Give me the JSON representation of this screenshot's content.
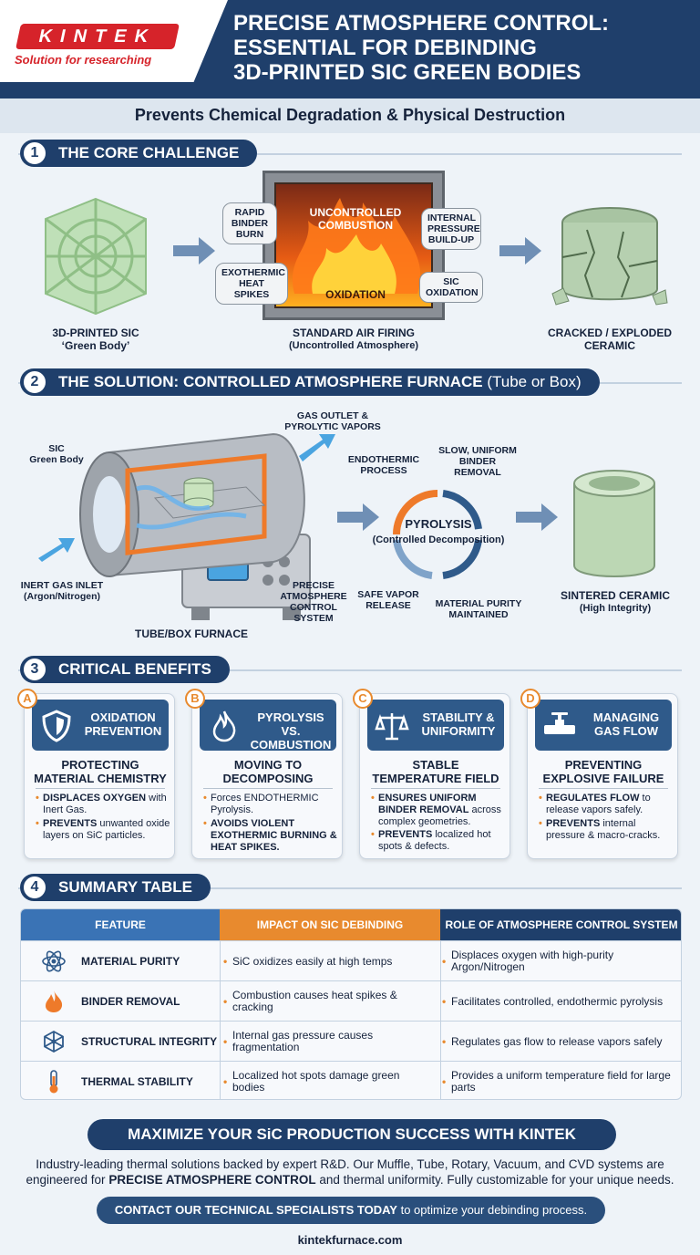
{
  "brand": {
    "logo_text": "KINTEK",
    "tagline": "Solution for researching",
    "accent_red": "#d6232a",
    "navy": "#1f3f6b",
    "orange": "#e88a2e"
  },
  "header": {
    "title_line1": "PRECISE ATMOSPHERE CONTROL:",
    "title_line2": "ESSENTIAL FOR DEBINDING",
    "title_line3": "3D-PRINTED SiC GREEN BODIES"
  },
  "subtitle": "Prevents Chemical Degradation & Physical Destruction",
  "section1": {
    "num": "1",
    "title": "THE CORE CHALLENGE",
    "green_body_l1": "3D-PRINTED SIC",
    "green_body_l2": "‘Green Body’",
    "furnace_l1": "STANDARD AIR FIRING",
    "furnace_l2": "(Uncontrolled Atmosphere)",
    "result_l1": "CRACKED / EXPLODED",
    "result_l2": "CERAMIC",
    "combustion_l1": "UNCONTROLLED",
    "combustion_l2": "COMBUSTION",
    "oxidation": "OXIDATION",
    "bubbles": {
      "rapid_l1": "RAPID",
      "rapid_l2": "BINDER",
      "rapid_l3": "BURN",
      "exo_l1": "EXOTHERMIC",
      "exo_l2": "HEAT SPIKES",
      "press_l1": "INTERNAL",
      "press_l2": "PRESSURE",
      "press_l3": "BUILD-UP",
      "sic_l1": "SIC",
      "sic_l2": "OXIDATION"
    }
  },
  "section2": {
    "num": "2",
    "title": "THE SOLUTION: CONTROLLED ATMOSPHERE FURNACE",
    "title_light": "(Tube or Box)",
    "gas_outlet_l1": "GAS OUTLET &",
    "gas_outlet_l2": "PYROLYTIC VAPORS",
    "sic_green_l1": "SIC",
    "sic_green_l2": "Green Body",
    "inert_l1": "INERT GAS INLET",
    "inert_l2": "(Argon/Nitrogen)",
    "furnace_label": "TUBE/BOX FURNACE",
    "control_l1": "PRECISE",
    "control_l2": "ATMOSPHERE",
    "control_l3": "CONTROL",
    "control_l4": "SYSTEM",
    "pyro_title": "PYROLYSIS",
    "pyro_sub": "(Controlled Decomposition)",
    "endo_l1": "ENDOTHERMIC",
    "endo_l2": "PROCESS",
    "slow_l1": "SLOW, UNIFORM",
    "slow_l2": "BINDER",
    "slow_l3": "REMOVAL",
    "safe_l1": "SAFE VAPOR",
    "safe_l2": "RELEASE",
    "purity_l1": "MATERIAL PURITY",
    "purity_l2": "MAINTAINED",
    "sintered_l1": "SINTERED CERAMIC",
    "sintered_l2": "(High Integrity)"
  },
  "section3": {
    "num": "3",
    "title": "CRITICAL BENEFITS",
    "cards": [
      {
        "letter": "A",
        "icon": "shield-icon",
        "title_l1": "OXIDATION",
        "title_l2": "PREVENTION",
        "sub_l1": "PROTECTING",
        "sub_l2": "MATERIAL CHEMISTRY",
        "b1_bold": "DISPLACES OXYGEN",
        "b1_rest": " with Inert Gas.",
        "b2_bold": "PREVENTS",
        "b2_rest": " unwanted oxide layers on SiC particles."
      },
      {
        "letter": "B",
        "icon": "flame-icon",
        "title_l1": "PYROLYSIS vs.",
        "title_l2": "COMBUSTION",
        "sub_l1": "MOVING TO",
        "sub_l2": "DECOMPOSING",
        "b1_bold": "",
        "b1_rest": "Forces ENDOTHERMIC Pyrolysis.",
        "b2_bold": "AVOIDS VIOLENT EXOTHERMIC BURNING & HEAT SPIKES.",
        "b2_rest": ""
      },
      {
        "letter": "C",
        "icon": "balance-scale-icon",
        "title_l1": "STABILITY &",
        "title_l2": "UNIFORMITY",
        "sub_l1": "STABLE",
        "sub_l2": "TEMPERATURE FIELD",
        "b1_bold": "ENSURES UNIFORM BINDER REMOVAL",
        "b1_rest": " across complex geometries.",
        "b2_bold": "PREVENTS",
        "b2_rest": " localized hot spots & defects."
      },
      {
        "letter": "D",
        "icon": "valve-icon",
        "title_l1": "MANAGING",
        "title_l2": "GAS FLOW",
        "sub_l1": "PREVENTING",
        "sub_l2": "EXPLOSIVE FAILURE",
        "b1_bold": "REGULATES FLOW",
        "b1_rest": " to release vapors safely.",
        "b2_bold": "PREVENTS",
        "b2_rest": " internal pressure & macro-cracks."
      }
    ]
  },
  "section4": {
    "num": "4",
    "title": "SUMMARY TABLE",
    "headers": [
      "FEATURE",
      "IMPACT ON SIC DEBINDING",
      "ROLE OF ATMOSPHERE CONTROL SYSTEM"
    ],
    "header_colors": [
      "#3a73b5",
      "#e88a2e",
      "#1f3f6b"
    ],
    "rows": [
      {
        "icon": "atom-icon",
        "feature": "MATERIAL PURITY",
        "impact": "SiC oxidizes easily at high temps",
        "role": "Displaces oxygen with high-purity Argon/Nitrogen"
      },
      {
        "icon": "flame-icon",
        "feature": "BINDER REMOVAL",
        "impact": "Combustion causes heat spikes & cracking",
        "role": "Facilitates controlled, endothermic pyrolysis"
      },
      {
        "icon": "structure-cube-icon",
        "feature": "STRUCTURAL INTEGRITY",
        "impact": "Internal gas pressure causes fragmentation",
        "role": "Regulates gas flow to release vapors safely"
      },
      {
        "icon": "thermometer-icon",
        "feature": "THERMAL STABILITY",
        "impact": "Localized hot spots damage green bodies",
        "role": "Provides a uniform temperature field for large parts"
      }
    ]
  },
  "footer": {
    "cta_title": "MAXIMIZE YOUR SiC PRODUCTION SUCCESS WITH KINTEK",
    "text_p1": "Industry-leading thermal solutions backed by expert R&D. Our Muffle, Tube, Rotary, Vacuum, and CVD systems are engineered for ",
    "text_bold": "PRECISE ATMOSPHERE CONTROL",
    "text_p2": " and thermal uniformity. Fully customizable for your unique needs.",
    "contact_bold": "CONTACT OUR TECHNICAL SPECIALISTS TODAY",
    "contact_rest": " to optimize your debinding process.",
    "website": "kintekfurnace.com"
  }
}
